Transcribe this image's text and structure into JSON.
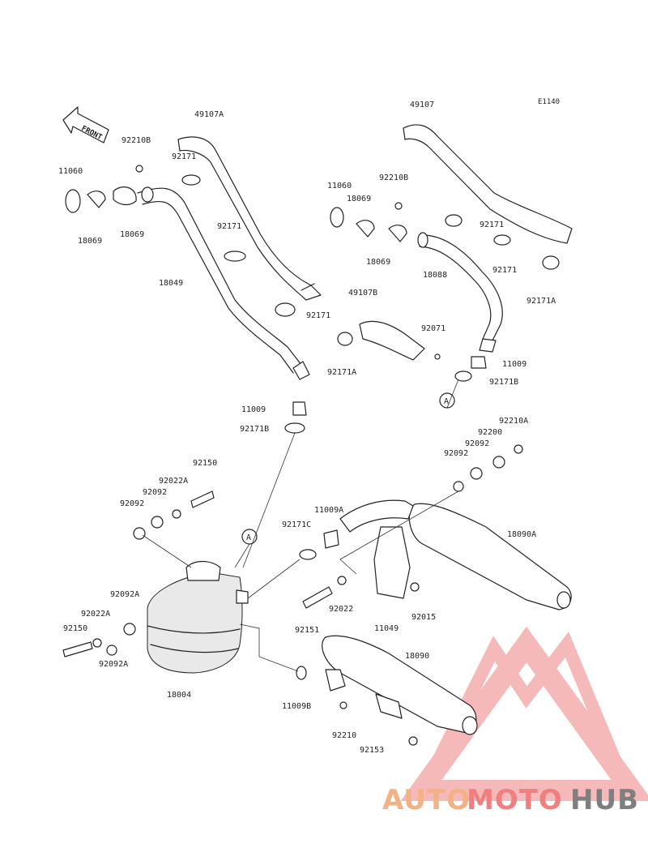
{
  "diagram_code": "E1140",
  "front_label": "FRONT",
  "callout_letter": "A",
  "watermark": {
    "part1": "AUTO",
    "part2": "MOTO",
    "part3": "HUB",
    "color_primary": "#f4b183",
    "color_secondary": "#f08080",
    "color_tertiary": "#7f7f7f"
  },
  "part_labels": [
    "11060",
    "92210B",
    "18069",
    "18069",
    "49107A",
    "92171",
    "92171",
    "18049",
    "92171",
    "11009",
    "92171B",
    "49107",
    "11060",
    "92210B",
    "18069",
    "18069",
    "18088",
    "92171",
    "92171",
    "92171A",
    "49107B",
    "92071",
    "92171A",
    "11009",
    "92171B",
    "92210A",
    "92200",
    "92092",
    "92092",
    "18090A",
    "11009A",
    "92171C",
    "92150",
    "92022A",
    "92092",
    "92092",
    "92092A",
    "92022A",
    "92150",
    "92092A",
    "18004",
    "92151",
    "92022",
    "11049",
    "92015",
    "18090",
    "11009B",
    "92210",
    "92153"
  ]
}
